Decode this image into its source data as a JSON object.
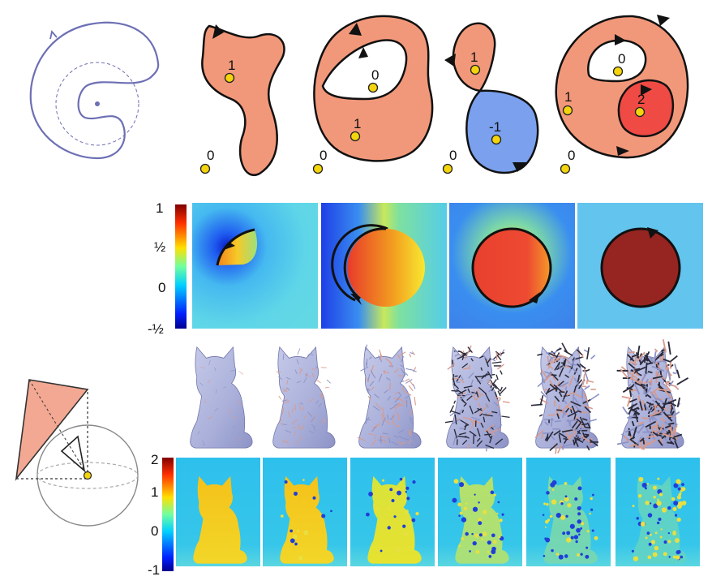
{
  "row1": {
    "panel1": {
      "labels": [
        "1",
        "0"
      ]
    },
    "panel2": {
      "labels": [
        "0",
        "1",
        "0"
      ]
    },
    "panel3": {
      "labels": [
        "1",
        "-1",
        "0"
      ]
    },
    "panel4": {
      "labels": [
        "0",
        "1",
        "2",
        "0"
      ]
    }
  },
  "colorbar1": {
    "ticks": [
      "1",
      "½",
      "0",
      "-½"
    ]
  },
  "colorbar2": {
    "ticks": [
      "2",
      "1",
      "0",
      "-1"
    ]
  },
  "colors": {
    "salmon": "#f2987a",
    "white": "#ffffff",
    "blue": "#7aa0ee",
    "red": "#ef4a44",
    "darkred": "#962521",
    "purple": "#6d6fb4",
    "mesh": "#b9bfe2",
    "yellow": "#f4d50d"
  },
  "meshes": {
    "count": 6
  },
  "heatmaps_cat": {
    "count": 6
  }
}
